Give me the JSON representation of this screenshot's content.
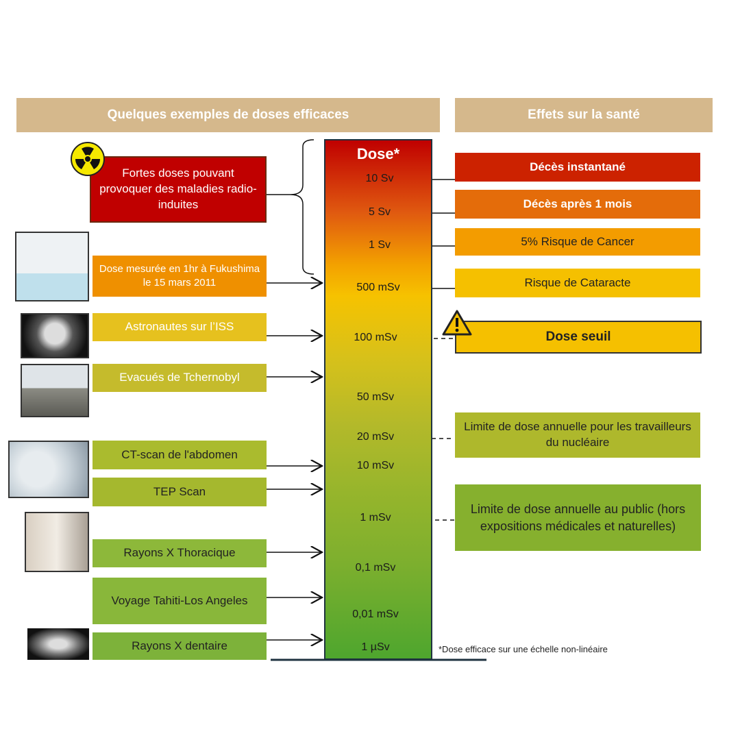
{
  "headers": {
    "left": "Quelques exemples de doses efficaces",
    "right": "Effets sur la santé"
  },
  "scale": {
    "title": "Dose*",
    "ticks": [
      "10 Sv",
      "5 Sv",
      "1 Sv",
      "500 mSv",
      "100 mSv",
      "50 mSv",
      "20 mSv",
      "10 mSv",
      "1 mSv",
      "0,1 mSv",
      "0,01 mSv",
      "1 µSv"
    ]
  },
  "examples": [
    {
      "label": "Fortes doses pouvant provoquer des maladies radio-induites",
      "icon": "radiation-icon"
    },
    {
      "label": "Dose mesurée en 1hr à Fukushima le 15 mars 2011"
    },
    {
      "label": "Astronautes sur l’ISS"
    },
    {
      "label": "Evacués de Tchernobyl"
    },
    {
      "label": "CT-scan de l'abdomen"
    },
    {
      "label": "TEP Scan"
    },
    {
      "label": "Rayons X Thoracique"
    },
    {
      "label": "Voyage Tahiti-Los Angeles"
    },
    {
      "label": "Rayons X dentaire"
    }
  ],
  "effects": [
    {
      "label": "Décès instantané"
    },
    {
      "label": "Décès après 1 mois"
    },
    {
      "label": "5% Risque de Cancer"
    },
    {
      "label": "Risque de Cataracte"
    },
    {
      "label": "Dose seuil",
      "icon": "warning-icon"
    },
    {
      "label": "Limite de dose annuelle pour les travailleurs du nucléaire"
    },
    {
      "label": "Limite de dose annuelle au public (hors expositions médicales et naturelles)"
    }
  ],
  "footnote": "*Dose efficace sur une échelle non-linéaire"
}
